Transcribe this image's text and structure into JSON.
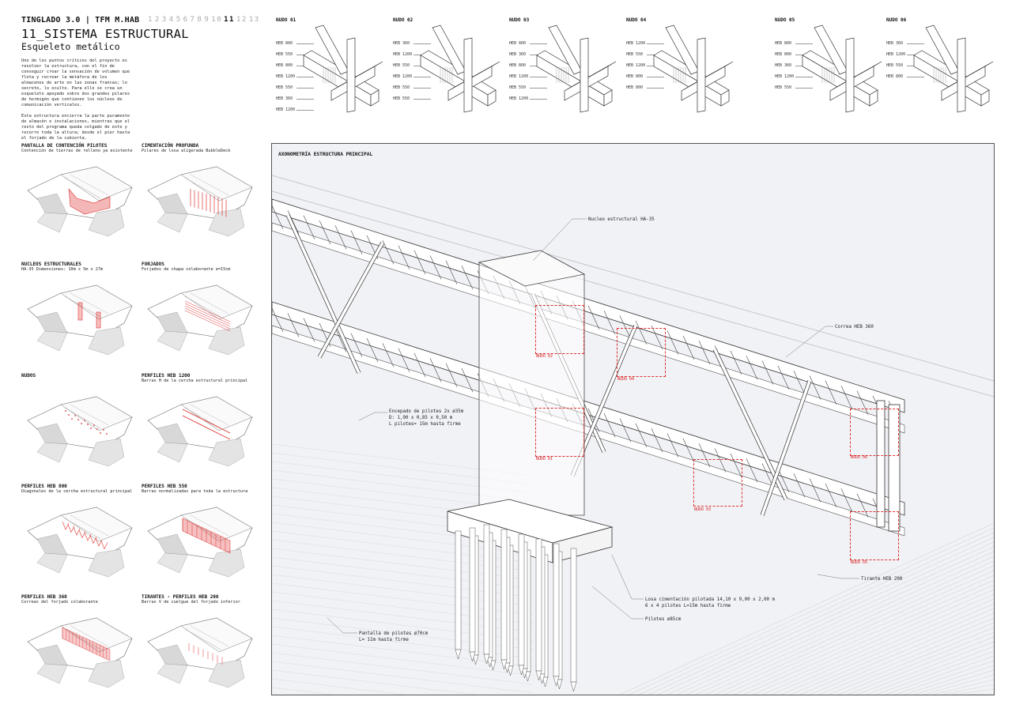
{
  "header": {
    "project": "TINGLADO 3.0 | TFM M.HAB",
    "pages": [
      "1",
      "2",
      "3",
      "4",
      "5",
      "6",
      "7",
      "8",
      "9",
      "10",
      "11",
      "12",
      "13"
    ],
    "active_page": "11",
    "title": "11_SISTEMA ESTRUCTURAL",
    "subtitle": "Esqueleto metálico"
  },
  "intro": {
    "paragraphs": [
      "Uno de los puntos críticos del proyecto es resolver la estructura, con el fin de conseguir crear la sensación de volumen que flota y recrear la metáfora de los almacenes de arte en las zonas francas; lo secreto, lo oculto. Para ello se crea un esqueleto apoyado sobre dos grandes pilares de hormigón que contienen los núcleos de comunicación verticales.",
      "Esta estructura encierra la parte puramente de almacén e instalaciones, mientras que el resto del programa queda colgado de este y recorre toda la altura; desde el pier hasta el forjado de la cubierta."
    ]
  },
  "thumbnails": [
    {
      "title": "PANTALLA DE CONTENCIÓN PILOTES",
      "desc": "Contención de tierras de relleno ya existente"
    },
    {
      "title": "CIMENTACIÓN PROFUNDA",
      "desc": "Pilares de losa aligerada BubbleDeck"
    },
    {
      "title": "NUCLEOS ESTRUCTURALES",
      "desc": "HA-35 Dimensiones: 10m x 5m x 27m"
    },
    {
      "title": "FORJADOS",
      "desc": "Forjados de chapa colaborante e=15cm"
    },
    {
      "title": "NUDOS",
      "desc": ""
    },
    {
      "title": "PERFILES HEB 1200",
      "desc": "Barras H de la cercha estructural principal"
    },
    {
      "title": "PERFILES HEB 800",
      "desc": "Diagonales de la cercha estructural principal"
    },
    {
      "title": "PERFILES HEB 550",
      "desc": "Barras normalizadas para toda la estructura"
    },
    {
      "title": "PERFILES HEB 360",
      "desc": "Correas del forjado colaborante"
    },
    {
      "title": "TIRANTES - PERFILES HEB 200",
      "desc": "Barras V de cuelgue del forjado inferior"
    }
  ],
  "nodes": [
    {
      "title": "NUDO 01",
      "labels": [
        "HEB 800",
        "HEB 550",
        "HEB 800",
        "HEB 1200",
        "HEB 550",
        "HEB 360",
        "HEB 1200"
      ]
    },
    {
      "title": "NUDO 02",
      "labels": [
        "HEB 360",
        "HEB 1200",
        "HEB 550",
        "HEB 1200",
        "HEB 550",
        "HEB 550"
      ]
    },
    {
      "title": "NUDO 03",
      "labels": [
        "HEB 800",
        "HEB 360",
        "HEB 800",
        "HEB 1200",
        "HEB 550",
        "HEB 1200"
      ]
    },
    {
      "title": "NUDO 04",
      "labels": [
        "HEB 1200",
        "HEB 550",
        "HEB 1200",
        "HEB 800",
        "HEB 800"
      ]
    },
    {
      "title": "NUDO 05",
      "labels": [
        "HEB 800",
        "HEB 800",
        "HEB 360",
        "HEB 1200",
        "HEB 550"
      ]
    },
    {
      "title": "NUDO 06",
      "labels": [
        "HEB 360",
        "HEB 1200",
        "HEB 550",
        "HEB 800"
      ]
    }
  ],
  "main": {
    "title": "AXONOMETRÍA ESTRUCTURA PRINCIPAL",
    "annotations": {
      "nucleo": "Nucleo estructural HA-35",
      "correa": "Correa HEB 360",
      "encepado": [
        "Encepado de pilotes 2x ø35m",
        "D: 1,90 x 0,85 x 0,50 m",
        "L pilotes= 15m hasta firme"
      ],
      "tirante": "Tirante HEB 200",
      "losa": [
        "Losa cimentación pilotada 14,10 x 9,00 x 2,00 m",
        "6 x 4 pilotes L=15m hasta firme"
      ],
      "pilotes": "Pilotes ø85cm",
      "pantalla": [
        "Pantalla de pilotes ø70cm",
        "L= 11m hasta firme"
      ]
    },
    "node_tags": [
      "NUDO 02",
      "NUDO 04",
      "NUDO 01",
      "NUDO 03",
      "NUDO 06",
      "NUDO 05"
    ]
  },
  "colors": {
    "accent_red": "#e03030",
    "panel_bg": "#f1f2f6",
    "muted_text": "#aaaaaa"
  }
}
